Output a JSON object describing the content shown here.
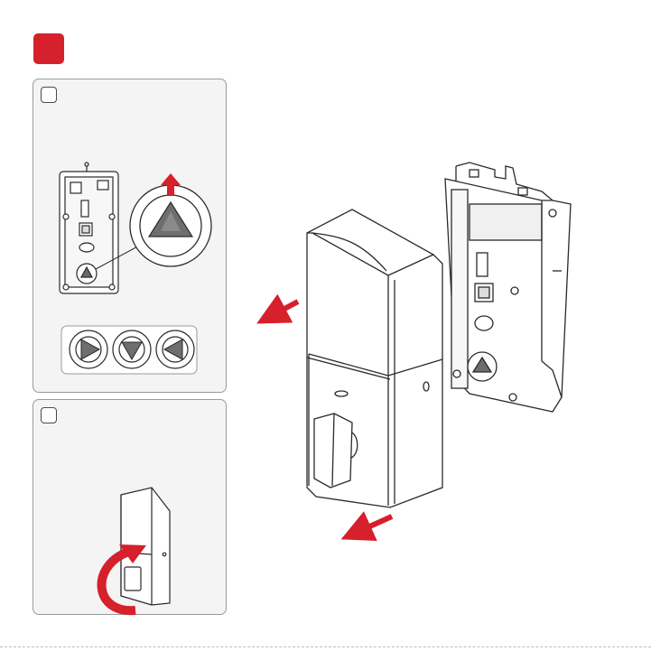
{
  "step": {
    "number": "",
    "badge_color": "#d6202b"
  },
  "panels": [
    {
      "id": "a",
      "label": "",
      "content": "lock-back-with-latch-selector"
    },
    {
      "id": "b",
      "label": "",
      "content": "rotate-thumbturn"
    }
  ],
  "icons": {
    "up_arrow": "up-arrow-icon",
    "rotate_arrow": "rotate-arrow-icon",
    "remove_arrow": "arrow-icon"
  },
  "colors": {
    "accent": "#d6202b",
    "panel_bg": "#f4f4f4",
    "line": "#3a3a3a"
  }
}
